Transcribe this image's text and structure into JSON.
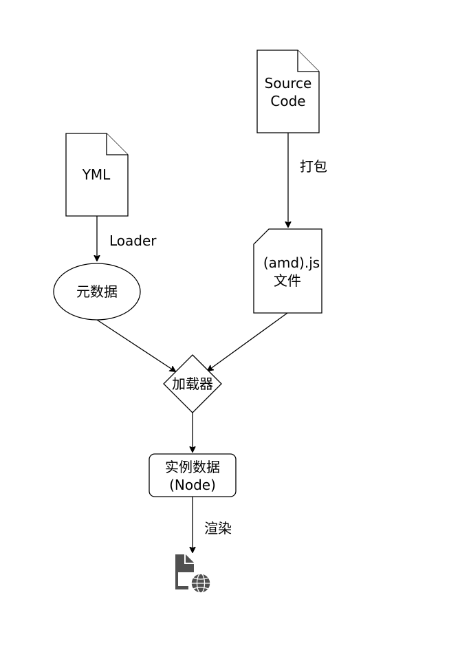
{
  "diagram": {
    "nodes": {
      "source_code": {
        "lines": [
          "Source",
          "Code"
        ],
        "shape": "document"
      },
      "yml": {
        "lines": [
          "YML"
        ],
        "shape": "document"
      },
      "metadata": {
        "lines": [
          "元数据"
        ],
        "shape": "ellipse"
      },
      "amd_js": {
        "lines": [
          "(amd).js",
          "文件"
        ],
        "shape": "card"
      },
      "loader": {
        "lines": [
          "加载器"
        ],
        "shape": "diamond"
      },
      "instance": {
        "lines": [
          "实例数据",
          "(Node)"
        ],
        "shape": "rounded-rect"
      },
      "render_target": {
        "icon": "web-page-globe-icon"
      }
    },
    "edge_labels": {
      "loader_edge": "Loader",
      "bundle_edge": "打包",
      "render_edge": "渲染"
    },
    "colors": {
      "stroke": "#000000",
      "fill": "#ffffff",
      "icon_fill": "#505050"
    }
  }
}
